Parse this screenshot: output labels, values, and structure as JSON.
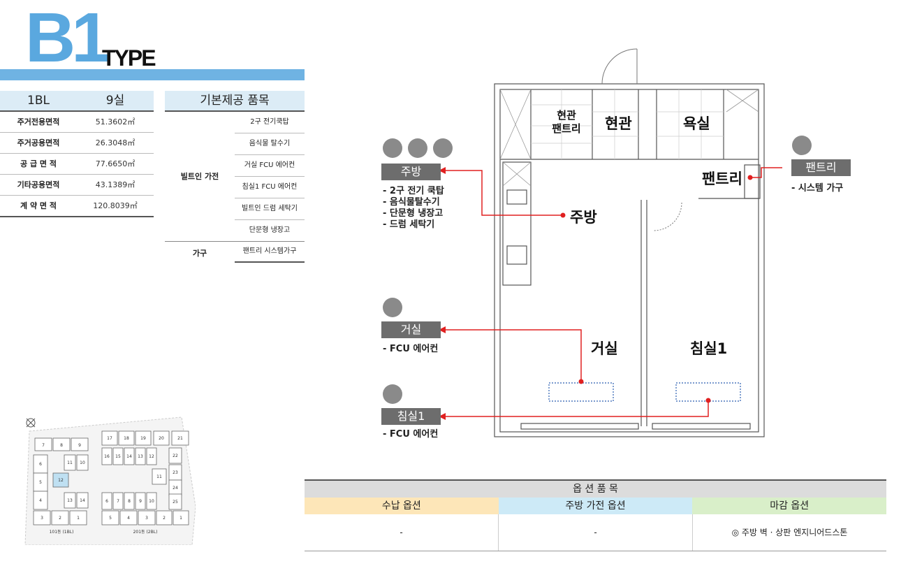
{
  "header": {
    "type_code": "B1",
    "type_word": "TYPE"
  },
  "area_table": {
    "headers": [
      "1BL",
      "9실"
    ],
    "rows": [
      {
        "label": "주거전용면적",
        "value": "51.3602㎡"
      },
      {
        "label": "주거공용면적",
        "value": "26.3048㎡"
      },
      {
        "label": "공 급 면 적",
        "value": "77.6650㎡"
      },
      {
        "label": "기타공용면적",
        "value": "43.1389㎡"
      },
      {
        "label": "계 약 면 적",
        "value": "120.8039㎡"
      }
    ]
  },
  "basic_items": {
    "title": "기본제공 품목",
    "groups": [
      {
        "category": "빌트인 가전",
        "items": [
          "2구 전기쿡탑",
          "음식물 탈수기",
          "거실 FCU 에어컨",
          "침실1 FCU 에어컨",
          "빌트인 드럼 세탁기",
          "단문형 냉장고"
        ]
      },
      {
        "category": "가구",
        "items": [
          "팬트리 시스템가구"
        ]
      }
    ]
  },
  "legend": {
    "kitchen": {
      "tag": "주방",
      "bullets": [
        "- 2구 전기 쿡탑",
        "- 음식물탈수기",
        "- 단문형 냉장고",
        "- 드럼 세탁기"
      ]
    },
    "living": {
      "tag": "거실",
      "bullets": [
        "- FCU 에어컨"
      ]
    },
    "bedroom": {
      "tag": "침실1",
      "bullets": [
        "- FCU 에어컨"
      ]
    },
    "pantry": {
      "tag": "팬트리",
      "bullets": [
        "- 시스템 가구"
      ]
    }
  },
  "plan_labels": {
    "entrance_pantry": [
      "현관",
      "팬트리"
    ],
    "entrance": "현관",
    "bathroom": "욕실",
    "pantry": "팬트리",
    "kitchen": "주방",
    "living": "거실",
    "bedroom": "침실1"
  },
  "site_map": {
    "building_labels": [
      "101동 (1BL)",
      "201동 (2BL)"
    ],
    "unit_numbers": [
      "7",
      "8",
      "9",
      "6",
      "11",
      "10",
      "5",
      "12",
      "4",
      "13",
      "14",
      "3",
      "2",
      "1",
      "17",
      "18",
      "19",
      "20",
      "21",
      "16",
      "15",
      "14",
      "13",
      "12",
      "22",
      "23",
      "11",
      "24",
      "25",
      "6",
      "7",
      "8",
      "9",
      "10",
      "5",
      "4",
      "3",
      "2",
      "1"
    ]
  },
  "options": {
    "title": "옵 션 품 목",
    "columns": [
      "수납 옵션",
      "주방 가전 옵션",
      "마감 옵션"
    ],
    "values": [
      "-",
      "-",
      "◎ 주방 벽 · 상판 엔지니어드스톤"
    ],
    "column_colors": [
      "#fde6b8",
      "#cdeaf7",
      "#d9efc9"
    ]
  },
  "colors": {
    "accent_blue": "#5aa8df",
    "arrow_red": "#e02020",
    "tag_gray": "#6d6d6d"
  }
}
